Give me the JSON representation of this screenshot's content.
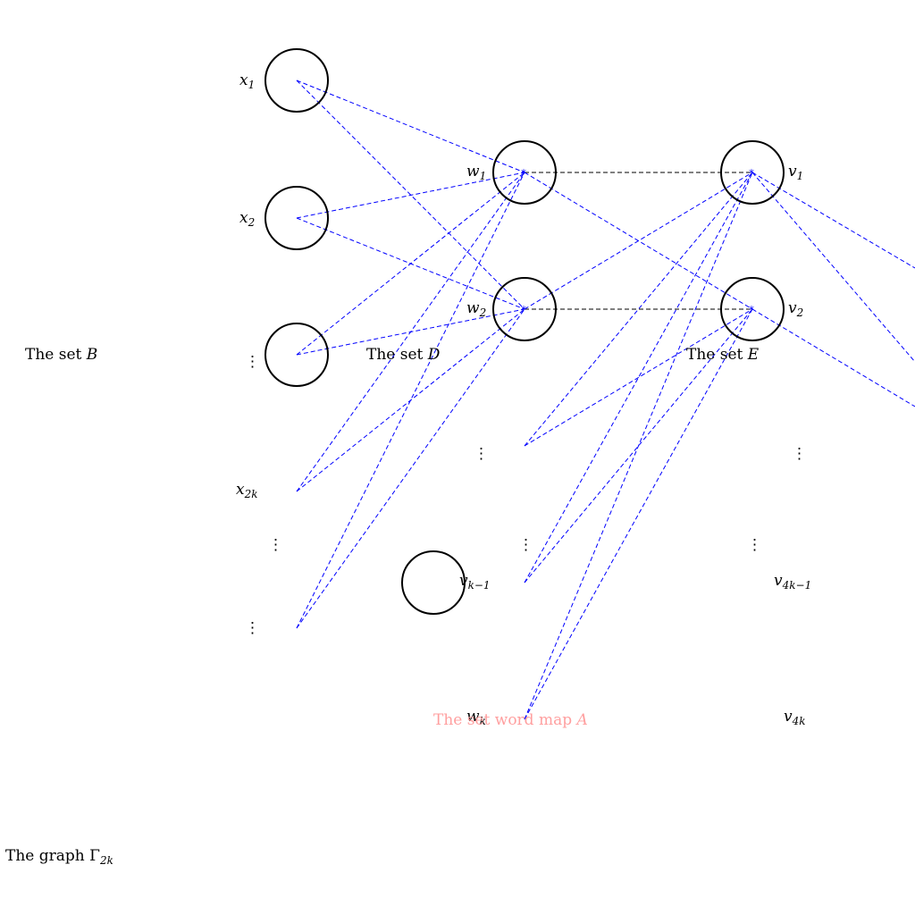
{
  "set_labels": {
    "b": {
      "text": "The set ",
      "sym": "B"
    },
    "d": {
      "text": "The set ",
      "sym": "D"
    },
    "e": {
      "text": "The set ",
      "sym": "E"
    }
  },
  "word_map_label": {
    "text": "The set word map ",
    "sym": "A"
  },
  "graph_caption": {
    "text": "The graph Γ",
    "sub": "2k"
  },
  "node_labels": {
    "x1": {
      "base": "x",
      "sub": "1"
    },
    "x2": {
      "base": "x",
      "sub": "2"
    },
    "x2k": {
      "base": "x",
      "sub": "2k"
    },
    "w1": {
      "base": "w",
      "sub": "1"
    },
    "w2": {
      "base": "w",
      "sub": "2"
    },
    "wk": {
      "base": "w",
      "sub": "k"
    },
    "v1": {
      "base": "v",
      "sub": "1"
    },
    "v2": {
      "base": "v",
      "sub": "2"
    },
    "vk1": {
      "base": "v",
      "sub": "k−1"
    },
    "v4k1": {
      "base": "v",
      "sub": "4k−1"
    },
    "v4k": {
      "base": "v",
      "sub": "4k"
    }
  },
  "ellipsis": "⋮",
  "colors": {
    "edge": "#0000ff",
    "node": "#000000",
    "caption": "#ff9f9f"
  }
}
